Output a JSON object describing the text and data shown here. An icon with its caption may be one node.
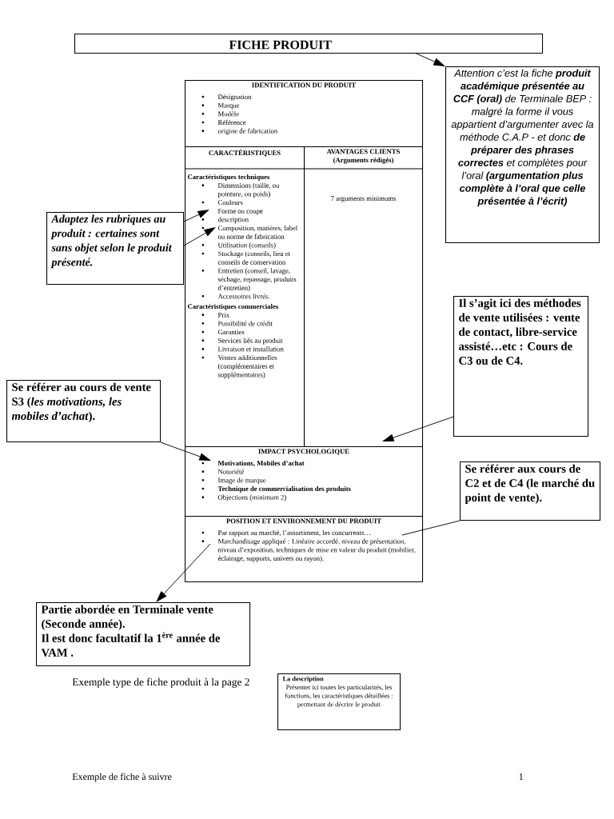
{
  "diagram": {
    "nodes": [
      {
        "text": [
          "FICHE PRODUIT"
        ]
      },
      {
        "text": [
          "IDENTIFICATION DU PRODUIT",
          "Désignation",
          "Marque",
          "Modèle",
          "Référence",
          "origine de fabrication"
        ]
      },
      {
        "text": [
          "CARACTÉRISTIQUES",
          "Caractéristiques techniques",
          "Dimensions (taille, ou pointure, ou poids)",
          "Couleurs",
          "Forme ou coupe",
          "description",
          "Composition, matières, label ou norme de fabrication",
          "Utilisation (conseils)",
          "Stockage (conseils, lieu et conseils de conservation",
          "Entretien (conseil, lavage, séchage, repassage, produits d’entretien)",
          "Accessoires livrés.",
          "Caractéristiques commerciales",
          "Prix",
          "Possibilité de crédit",
          "Garanties",
          "Services liés au produit",
          "Livraison et installation",
          "Ventes additionnelles (complémentaires et supplémentaires)"
        ]
      },
      {
        "text": [
          "AVANTAGES CLIENTS",
          "(Arguments rédigés)",
          "7 arguments minimums"
        ]
      },
      {
        "text": [
          "IMPACT PSYCHOLOGIQUE",
          "Motivations, Mobiles d’achat",
          "Notoriété",
          "Image de marque",
          "Technique de commercialisation des produits",
          "Objections (minimum 2)"
        ]
      },
      {
        "text": [
          "POSITION ET ENVIRONNEMENT DU PRODUIT",
          "Par rapport au marché, l’assortiment, les concurrents…",
          "Marchandisage appliqué : Linéaire accordé, niveau de présentation, niveau d’exposition, techniques de mise en valeur du produit (mobilier, éclairage, supports, univers ou rayon)."
        ]
      },
      {
        "text": [
          "Attention c’est la fiche **produit académique présentée au CCF (oral)** de Terminale BEP : malgré la forme il vous appartient d’argumenter avec la méthode C.A.P - et donc **de préparer des phrases correctes** et complètes pour l’oral **(argumentation plus complète à l’oral que celle présentée à l’écrit)**"
        ]
      },
      {
        "text": [
          "Adaptez les rubriques au produit : certaines sont sans objet selon le produit présenté."
        ]
      },
      {
        "text": [
          "Il s’agit ici des méthodes de vente utilisées : vente de contact, libre-service assisté…etc : Cours de C3 ou de C4."
        ]
      },
      {
        "text": [
          "Se référer au cours de vente S3 (*les motivations, les mobiles d’achat*)."
        ]
      },
      {
        "text": [
          "Se référer aux cours de C2 et de C4 (le marché du point de vente)."
        ]
      },
      {
        "text": [
          "Partie abordée en Terminale vente (Seconde année).",
          "Il est donc facultatif la 1$^{ère}$ année de VAM ."
        ]
      },
      {
        "text": [
          "La description",
          "Présenter ici toutes les particularités, les fonctions, les caractéristiques détaillées : permettant de décrire le produit"
        ]
      }
    ],
    "edges": [
      {
        "from": 0,
        "to": 6,
        "arrow": "to"
      },
      {
        "from": 7,
        "to": 2,
        "arrow": "to"
      },
      {
        "from": 7,
        "to": 2,
        "arrow": "to"
      },
      {
        "from": 8,
        "to": 3,
        "arrow": "to"
      },
      {
        "from": 9,
        "to": 4,
        "arrow": "to"
      },
      {
        "from": 10,
        "to": 5,
        "arrow": "none"
      },
      {
        "from": 5,
        "to": 11,
        "arrow": "to"
      }
    ],
    "labels": [
      "Exemple type de fiche produit à la page 2",
      "Exemple de fiche à suivre",
      "1"
    ]
  }
}
